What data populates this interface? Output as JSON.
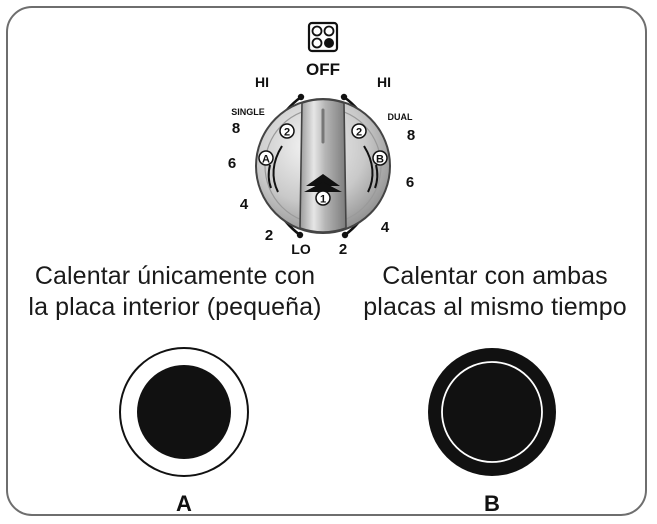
{
  "dial": {
    "off_label": "OFF",
    "left_scale": {
      "hi": "HI",
      "mode": "SINGLE",
      "ticks": [
        "8",
        "6",
        "4",
        "2"
      ],
      "lo": "LO"
    },
    "right_scale": {
      "hi": "HI",
      "mode": "DUAL",
      "ticks": [
        "8",
        "6",
        "4",
        "2"
      ]
    },
    "markers": {
      "a": "A",
      "b": "B",
      "two": "2",
      "one": "1"
    }
  },
  "captions": {
    "single": [
      "Calentar únicamente con",
      "la placa interior (pequeña)"
    ],
    "dual": [
      "Calentar con ambas",
      "placas al mismo tiempo"
    ]
  },
  "zones": {
    "a_label": "A",
    "b_label": "B"
  }
}
